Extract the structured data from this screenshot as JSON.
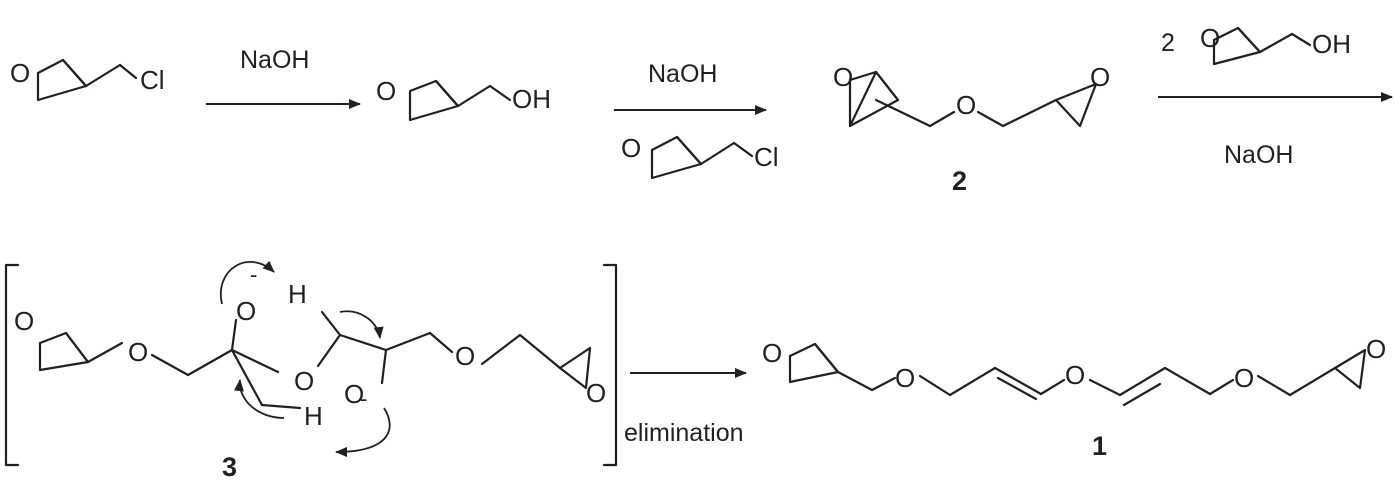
{
  "atoms": {
    "oxygen": "O",
    "chlorine": "Cl",
    "hydroxyl": "OH",
    "hydrogen": "H",
    "minus": "-"
  },
  "reagents": {
    "step1": "NaOH",
    "step2": "NaOH",
    "step3_coefficient": "2",
    "step3_base": "NaOH",
    "step4": "elimination"
  },
  "compounds": {
    "bis_epoxide": "2",
    "intermediate": "3",
    "product": "1"
  }
}
